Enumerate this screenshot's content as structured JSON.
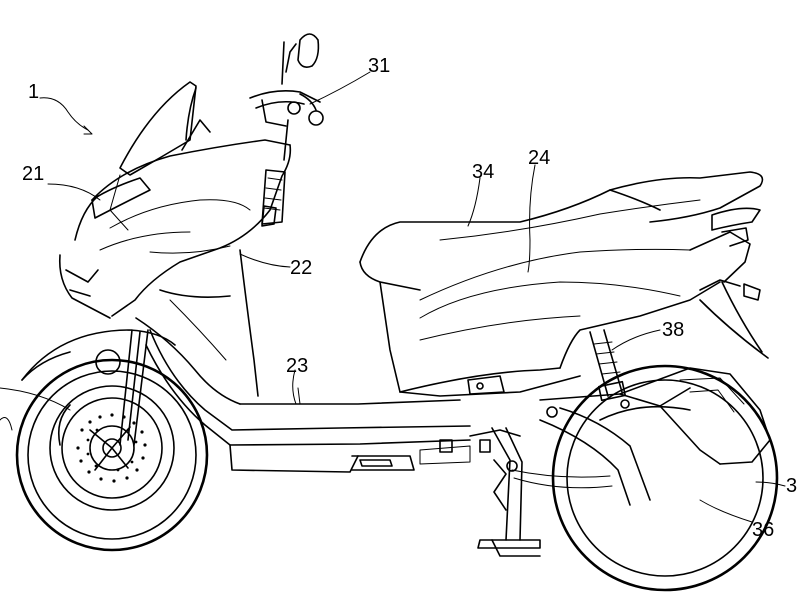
{
  "labels": {
    "l1": "1",
    "l21": "21",
    "l22": "22",
    "l23": "23",
    "l24": "24",
    "l31": "31",
    "l34": "34",
    "l36": "36",
    "l38": "38",
    "l3x": "3"
  }
}
